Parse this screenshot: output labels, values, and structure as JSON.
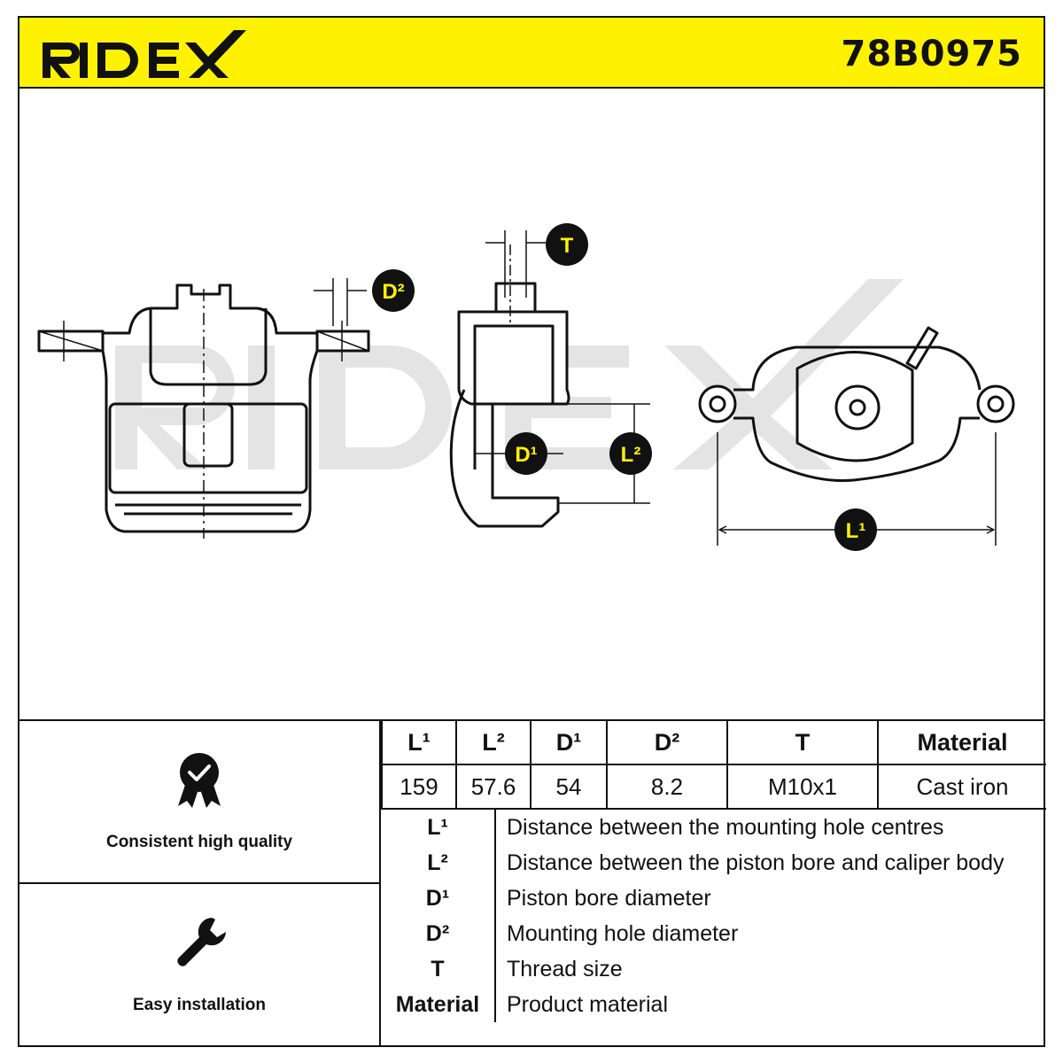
{
  "brand": {
    "logo_text": "RIDEX",
    "part_number": "78B0975",
    "header_color": "#fff200"
  },
  "drawing": {
    "watermark_text": "RIDEX",
    "callouts": {
      "d2": "D²",
      "t": "T",
      "d1": "D¹",
      "l2": "L²",
      "l1": "L¹"
    }
  },
  "features": [
    {
      "icon": "quality-badge-icon",
      "label": "Consistent high quality"
    },
    {
      "icon": "wrench-icon",
      "label": "Easy installation"
    }
  ],
  "spec_table": {
    "headers": [
      "L¹",
      "L²",
      "D¹",
      "D²",
      "T",
      "Material"
    ],
    "values": [
      "159",
      "57.6",
      "54",
      "8.2",
      "M10x1",
      "Cast iron"
    ]
  },
  "legend": [
    {
      "key": "L¹",
      "desc": "Distance between the mounting hole centres"
    },
    {
      "key": "L²",
      "desc": "Distance between the piston bore and caliper body"
    },
    {
      "key": "D¹",
      "desc": "Piston bore diameter"
    },
    {
      "key": "D²",
      "desc": "Mounting hole diameter"
    },
    {
      "key": "T",
      "desc": "Thread size"
    },
    {
      "key": "Material",
      "desc": "Product material"
    }
  ]
}
